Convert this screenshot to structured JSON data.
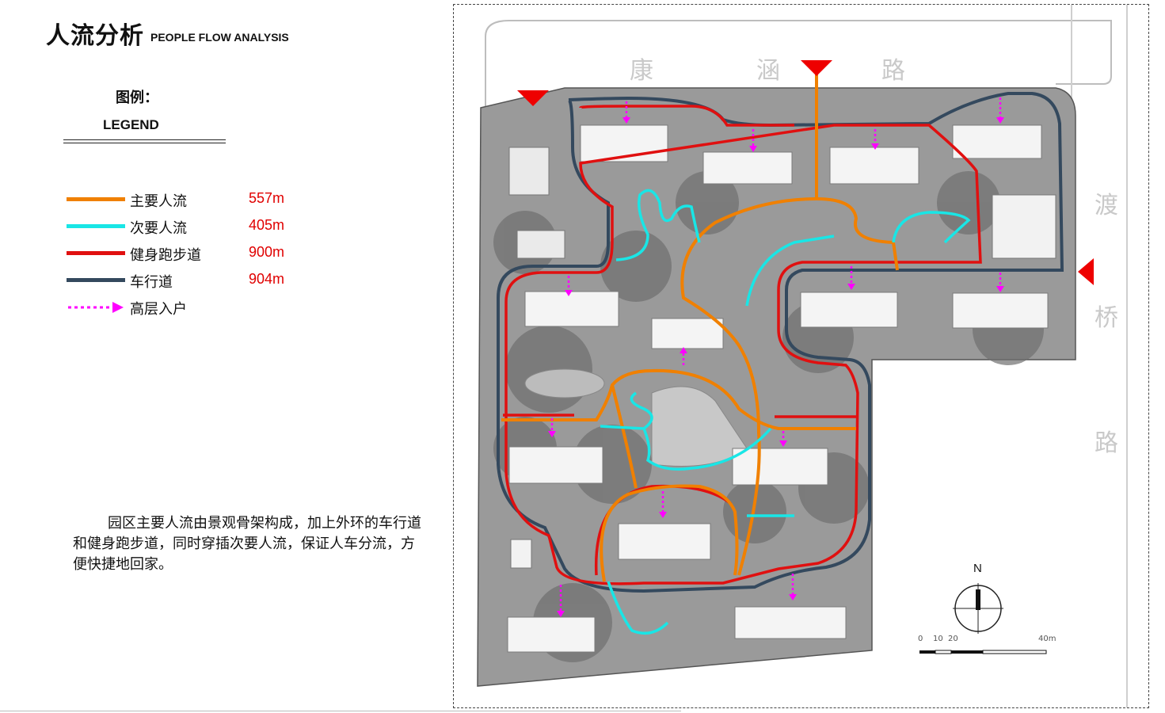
{
  "title": {
    "zh": "人流分析",
    "en": "PEOPLE FLOW ANALYSIS"
  },
  "legend": {
    "heading_zh": "图例：",
    "heading_en": "LEGEND",
    "items": [
      {
        "label": "主要人流",
        "value": "557m",
        "color": "#f08000",
        "style": "solid"
      },
      {
        "label": "次要人流",
        "value": "405m",
        "color": "#19e6e6",
        "style": "solid"
      },
      {
        "label": "健身跑步道",
        "value": "900m",
        "color": "#e01010",
        "style": "solid"
      },
      {
        "label": "车行道",
        "value": "904m",
        "color": "#34495e",
        "style": "solid"
      },
      {
        "label": "高层入户",
        "value": "",
        "color": "#ff00ff",
        "style": "dotted-arrow"
      }
    ]
  },
  "description": "园区主要人流由景观骨架构成，加上外环的车行道和健身跑步道，同时穿插次要人流，保证人车分流，方便快捷地回家。",
  "roads": {
    "north": [
      "康",
      "涵",
      "路"
    ],
    "east": [
      "渡",
      "桥",
      "路"
    ]
  },
  "compass": {
    "north_label": "N"
  },
  "scale_bar": {
    "labels": [
      "0",
      "10",
      "20",
      "40m"
    ]
  }
}
